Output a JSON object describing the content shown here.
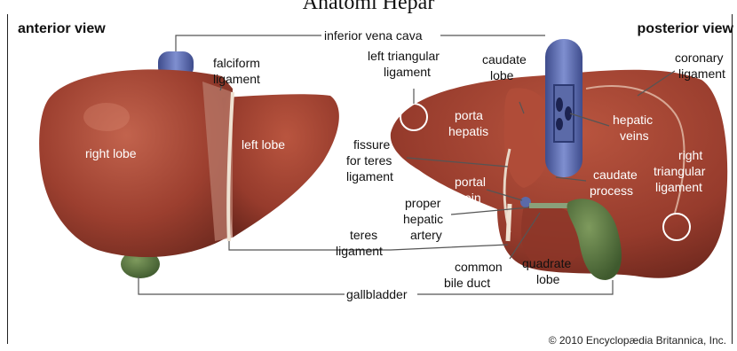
{
  "page_title": "Anatomi Hepar",
  "views": {
    "anterior": "anterior view",
    "posterior": "posterior view"
  },
  "labels": {
    "inferior_vena_cava": "inferior vena cava",
    "falciform_ligament": [
      "falciform",
      "ligament"
    ],
    "right_lobe": "right lobe",
    "left_lobe": "left lobe",
    "left_triangular_ligament": [
      "left triangular",
      "ligament"
    ],
    "caudate_lobe": [
      "caudate",
      "lobe"
    ],
    "coronary_ligament": [
      "coronary",
      "ligament"
    ],
    "porta_hepatis": [
      "porta",
      "hepatis"
    ],
    "hepatic_veins": [
      "hepatic",
      "veins"
    ],
    "fissure_for_teres_ligament": [
      "fissure",
      "for teres",
      "ligament"
    ],
    "right_triangular_ligament": [
      "right",
      "triangular",
      "ligament"
    ],
    "caudate_process": [
      "caudate",
      "process"
    ],
    "portal_vein": [
      "portal",
      "vein"
    ],
    "proper_hepatic_artery": [
      "proper",
      "hepatic",
      "artery"
    ],
    "teres_ligament": [
      "teres",
      "ligament"
    ],
    "common_bile_duct": [
      "common",
      "bile duct"
    ],
    "quadrate_lobe": [
      "quadrate",
      "lobe"
    ],
    "gallbladder": "gallbladder"
  },
  "credit": "© 2010 Encyclopædia Britannica, Inc.",
  "colors": {
    "liver": "#9c3f2f",
    "liver_light": "#b85a47",
    "liver_dark": "#6f2a1f",
    "vena_cava": "#4f5fa3",
    "gallbladder": "#4d6b3a",
    "ligament": "#e8d8c8",
    "leader_line": "#555555"
  }
}
